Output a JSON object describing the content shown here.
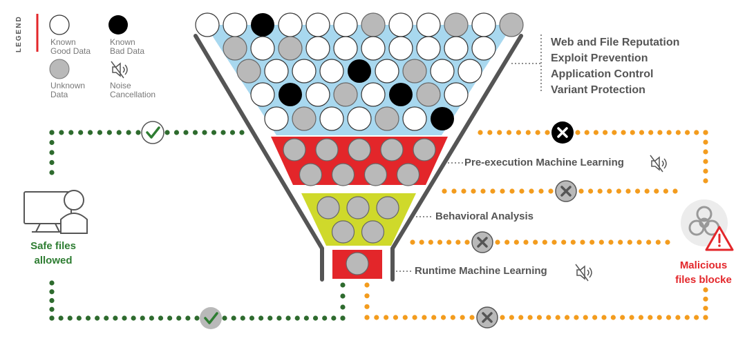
{
  "legend": {
    "title": "LEGEND",
    "known_good": [
      "Known",
      "Good Data"
    ],
    "known_bad": [
      "Known",
      "Bad Data"
    ],
    "unknown": [
      "Unknown",
      "Data"
    ],
    "noise": [
      "Noise",
      "Cancellation"
    ]
  },
  "technologies": [
    "Web and File Reputation",
    "Exploit Prevention",
    "Application Control",
    "Variant Protection"
  ],
  "stages": {
    "pre_execution": "Pre-execution Machine Learning",
    "behavioral": "Behavioral Analysis",
    "runtime": "Runtime Machine Learning"
  },
  "outcomes": {
    "safe": [
      "Safe files",
      "allowed"
    ],
    "malicious": [
      "Malicious",
      "files blocke"
    ]
  },
  "funnel": {
    "top_rows": [
      [
        "good",
        "good",
        "bad",
        "good",
        "good",
        "good",
        "unknown",
        "good",
        "good",
        "unknown",
        "good",
        "unknown"
      ],
      [
        "unknown",
        "good",
        "unknown",
        "good",
        "good",
        "good",
        "good",
        "good",
        "good",
        "good"
      ],
      [
        "unknown",
        "good",
        "good",
        "good",
        "bad",
        "good",
        "unknown",
        "good",
        "good"
      ],
      [
        "good",
        "bad",
        "good",
        "unknown",
        "good",
        "bad",
        "unknown",
        "good"
      ],
      [
        "good",
        "unknown",
        "good",
        "good",
        "unknown",
        "good",
        "bad"
      ]
    ],
    "pre_execution_rows": [
      5,
      4
    ],
    "behavioral_rows": [
      3,
      2
    ],
    "runtime_rows": [
      1
    ]
  },
  "colors": {
    "known_good": "#ffffff",
    "known_bad": "#000000",
    "unknown": "#b9b9b9",
    "top_section": "#a8d8ef",
    "pre_section": "#e3262a",
    "behavioral_section": "#cfd92b",
    "runtime_section": "#e3262a",
    "safe_path": "#2e6b2e",
    "malicious_path": "#f39c1e",
    "check": "#2e7d32",
    "text": "#555555"
  },
  "icons": [
    "check-icon",
    "x-icon",
    "speaker-mute-icon",
    "computer-user-icon",
    "biohazard-icon",
    "warning-icon"
  ]
}
